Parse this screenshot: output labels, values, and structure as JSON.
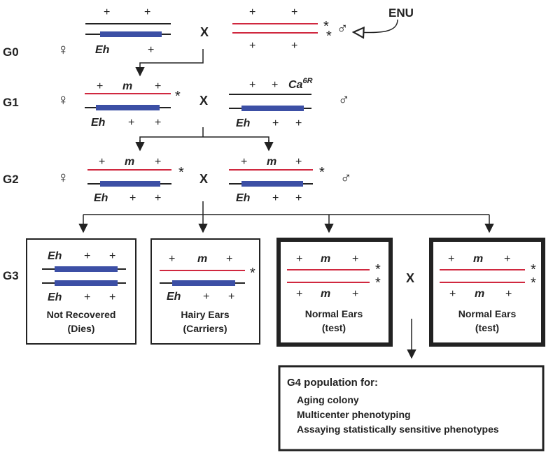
{
  "generations": {
    "g0": "G0",
    "g1": "G1",
    "g2": "G2",
    "g3": "G3"
  },
  "symbols": {
    "female": "♀",
    "male": "♂",
    "plus": "+",
    "star": "*",
    "cross": "X"
  },
  "mutagen": "ENU",
  "alleles": {
    "eh": "Eh",
    "m": "m",
    "ca": "Ca",
    "ca_sup": "6R"
  },
  "outcomes": [
    {
      "title": "Not Recovered",
      "note": "(Dies)"
    },
    {
      "title": "Hairy Ears",
      "note": "(Carriers)"
    },
    {
      "title": "Normal Ears",
      "note": "(test)"
    },
    {
      "title": "Normal Ears",
      "note": "(test)"
    }
  ],
  "g4": {
    "title": "G4 population for:",
    "items": [
      "Aging colony",
      "Multicenter phenotyping",
      "Assaying statistically sensitive phenotypes"
    ]
  },
  "colors": {
    "red": "#d0283f",
    "blue": "#3c4fa5",
    "black": "#222222"
  }
}
